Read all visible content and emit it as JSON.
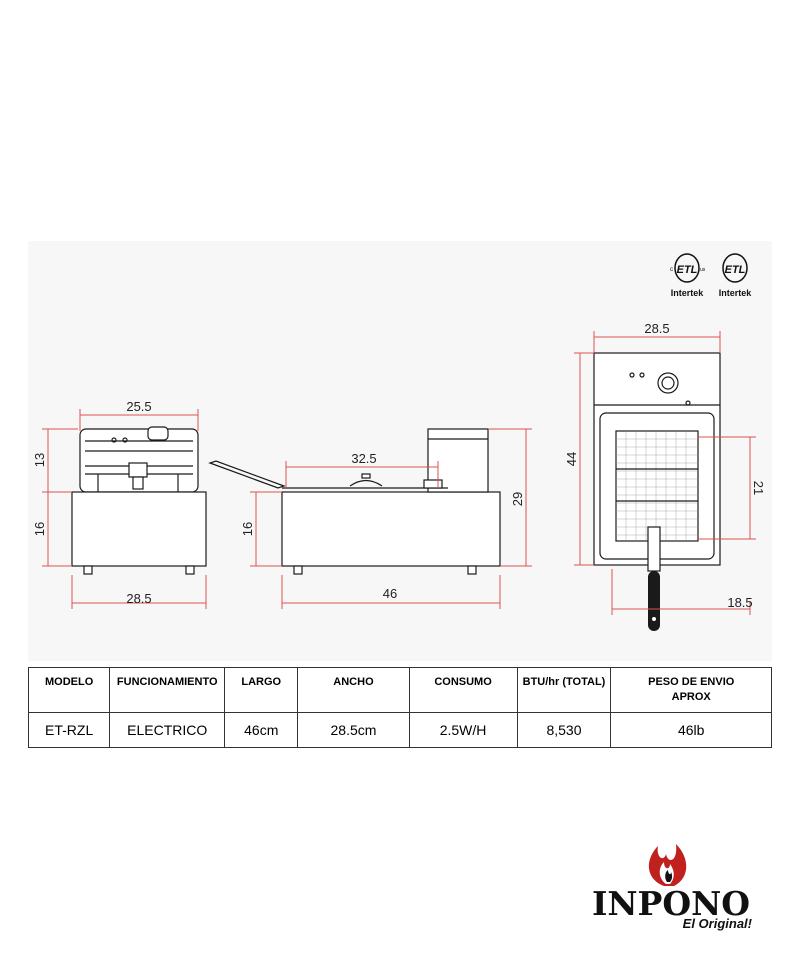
{
  "certifications": [
    {
      "mark": "ETL",
      "marks_side": [
        "c",
        "us"
      ],
      "label": "Intertek"
    },
    {
      "mark": "ETL",
      "label": "Intertek"
    }
  ],
  "dimensions": {
    "front_width_top": "25.5",
    "front_height_upper": "13",
    "front_height_lower": "16",
    "front_width_bottom": "28.5",
    "side_basket": "32.5",
    "side_height_left": "16",
    "side_height_right": "29",
    "side_length": "46",
    "top_width": "28.5",
    "top_depth": "44",
    "top_basket": "21",
    "top_handle": "18.5"
  },
  "spec_table": {
    "headers": [
      "MODELO",
      "FUNCIONAMIENTO",
      "LARGO",
      "ANCHO",
      "CONSUMO",
      "BTU/hr (TOTAL)",
      "PESO DE ENVIO APROX"
    ],
    "row": [
      "ET-RZL",
      "ELECTRICO",
      "46cm",
      "28.5cm",
      "2.5W/H",
      "8,530",
      "46lb"
    ]
  },
  "brand": {
    "name": "INPONO",
    "tagline": "El Original!"
  },
  "colors": {
    "dimension_lines": "#d9534f",
    "outline": "#1a1a1a",
    "panel": "#f7f7f7",
    "flame": "#c0201e"
  }
}
